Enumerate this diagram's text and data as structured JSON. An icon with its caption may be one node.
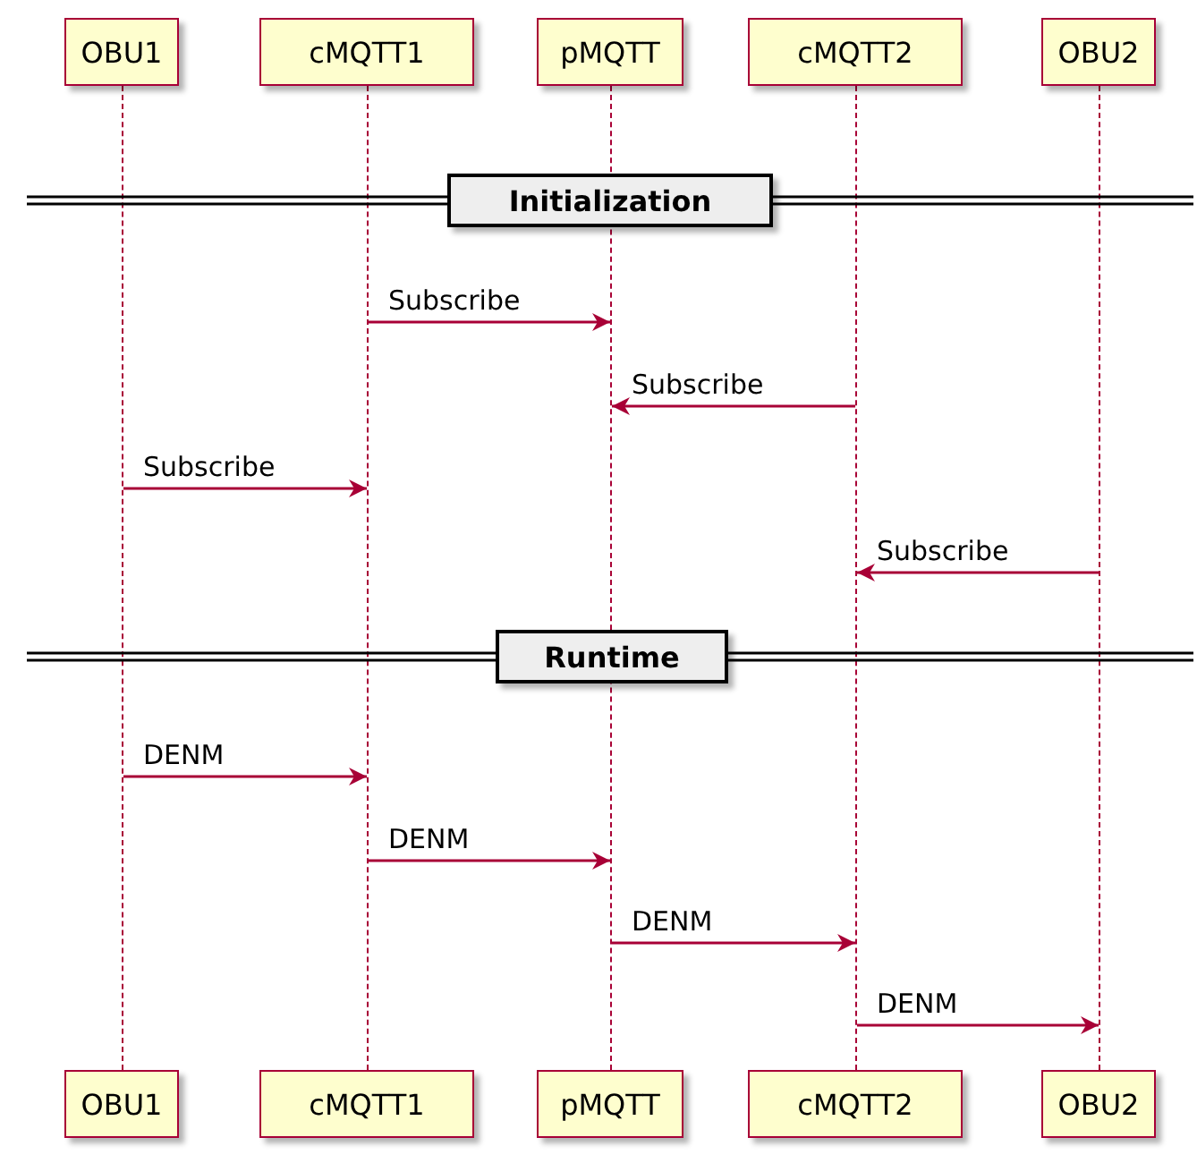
{
  "diagram": {
    "nodes": [
      {
        "text": [
          "OBU1"
        ]
      },
      {
        "text": [
          "cMQTT1"
        ]
      },
      {
        "text": [
          "pMQTT"
        ]
      },
      {
        "text": [
          "cMQTT2"
        ]
      },
      {
        "text": [
          "OBU2"
        ]
      },
      {
        "text": [],
        "shape": "line"
      },
      {
        "text": [],
        "shape": "line"
      },
      {
        "text": [],
        "shape": "line"
      },
      {
        "text": [],
        "shape": "line"
      },
      {
        "text": [],
        "shape": "line"
      },
      {
        "text": [
          "Initialization"
        ]
      },
      {
        "text": [
          "Runtime"
        ]
      },
      {
        "text": [
          "OBU1"
        ]
      },
      {
        "text": [
          "cMQTT1"
        ]
      },
      {
        "text": [
          "pMQTT"
        ]
      },
      {
        "text": [
          "cMQTT2"
        ]
      },
      {
        "text": [
          "OBU2"
        ]
      }
    ],
    "edges": [
      {
        "from": 6,
        "to": 7,
        "arrow": "to",
        "label": "Subscribe"
      },
      {
        "from": 8,
        "to": 7,
        "arrow": "to",
        "label": "Subscribe"
      },
      {
        "from": 5,
        "to": 6,
        "arrow": "to",
        "label": "Subscribe"
      },
      {
        "from": 9,
        "to": 8,
        "arrow": "to",
        "label": "Subscribe"
      },
      {
        "from": 5,
        "to": 6,
        "arrow": "to",
        "label": "DENM"
      },
      {
        "from": 6,
        "to": 7,
        "arrow": "to",
        "label": "DENM"
      },
      {
        "from": 7,
        "to": 8,
        "arrow": "to",
        "label": "DENM"
      },
      {
        "from": 8,
        "to": 9,
        "arrow": "to",
        "label": "DENM"
      }
    ]
  }
}
